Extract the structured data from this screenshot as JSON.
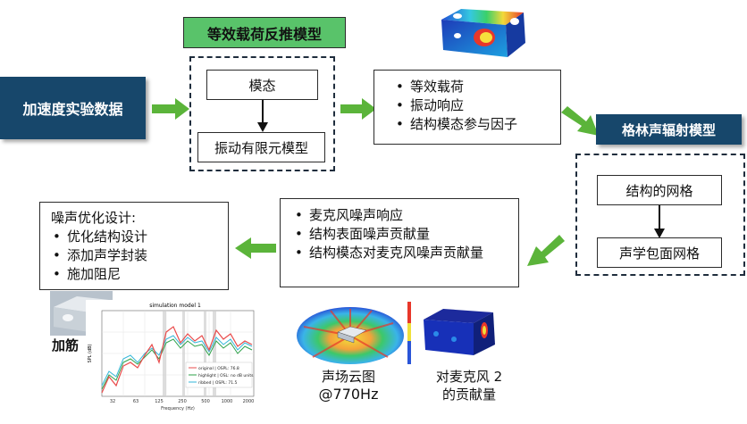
{
  "nodes": {
    "accel": "加速度实验数据",
    "inverse_title": "等效载荷反推模型",
    "modal": "模态",
    "fem": "振动有限元模型",
    "green_title": "格林声辐射模型",
    "struct_mesh": "结构的网格",
    "acoustic_mesh": "声学包面网格"
  },
  "results_list": [
    "等效载荷",
    "振动响应",
    "结构模态参与因子"
  ],
  "mic_list": [
    "麦克风噪声响应",
    "结构表面噪声贡献量",
    "结构模态对麦克风噪声贡献量"
  ],
  "optimization": {
    "title": "噪声优化设计:",
    "items": [
      "优化结构设计",
      "添加声学封装",
      "施加阻尼"
    ]
  },
  "captions": {
    "stiffener": "加筋",
    "sound_field_1": "声场云图",
    "sound_field_2": "@770Hz",
    "mic_contrib_1": "对麦克风 2",
    "mic_contrib_2": "的贡献量"
  },
  "plot": {
    "title": "simulation model 1",
    "xlabel": "Frequency (Hz)",
    "ylabel": "SPL (dB)",
    "xticks": [
      "32",
      "63",
      "125",
      "250",
      "500",
      "1000",
      "2000"
    ],
    "legend": [
      {
        "label": "original | OSPL: 76.8",
        "color": "#e94b4b"
      },
      {
        "label": "highlight | OSL: no dB units",
        "color": "#2ea24a"
      },
      {
        "label": "ribbed | OSPL: 71.5",
        "color": "#33b7d9"
      }
    ]
  },
  "colors": {
    "navy": "#17476b",
    "title_green": "#59c36a",
    "arrow_green": "#5bb43a"
  }
}
